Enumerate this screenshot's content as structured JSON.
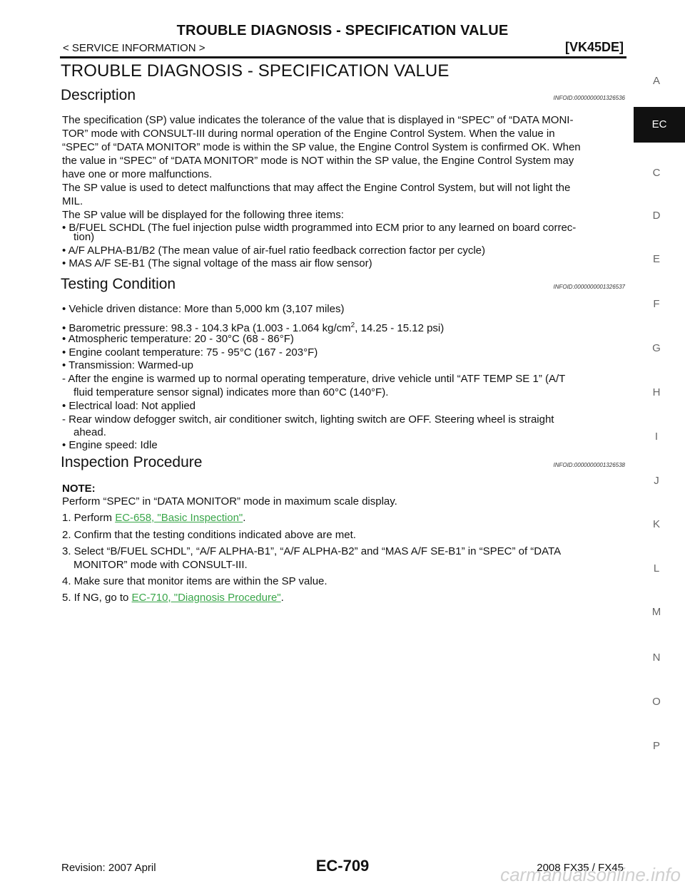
{
  "header": {
    "title": "TROUBLE DIAGNOSIS - SPECIFICATION VALUE",
    "section": "< SERVICE INFORMATION >",
    "model": "[VK45DE]"
  },
  "side_index": [
    "A",
    "EC",
    "C",
    "D",
    "E",
    "F",
    "G",
    "H",
    "I",
    "J",
    "K",
    "L",
    "M",
    "N",
    "O",
    "P"
  ],
  "page_heading": "TROUBLE DIAGNOSIS - SPECIFICATION VALUE",
  "description": {
    "heading": "Description",
    "infoid": "INFOID:0000000001326536",
    "p1": [
      "The specification (SP) value indicates the tolerance of the value that is displayed in “SPEC” of “DATA MONI-",
      "TOR” mode with CONSULT-III during normal operation of the Engine Control System. When the value in",
      "“SPEC” of “DATA MONITOR” mode is within the SP value, the Engine Control System is confirmed OK. When",
      "the value in “SPEC” of “DATA MONITOR” mode is NOT within the SP value, the Engine Control System may",
      "have one or more malfunctions."
    ],
    "p2": [
      "The SP value is used to detect malfunctions that may affect the Engine Control System, but will not light the",
      "MIL."
    ],
    "p3": "The SP value will be displayed for the following three items:",
    "bullets": [
      {
        "line1": "• B/FUEL SCHDL (The fuel injection pulse width programmed into ECM prior to any learned on board correc-",
        "line2": "tion)"
      },
      {
        "line1": "• A/F ALPHA-B1/B2 (The mean value of air-fuel ratio feedback correction factor per cycle)"
      },
      {
        "line1": "• MAS A/F SE-B1 (The signal voltage of the mass air flow sensor)"
      }
    ]
  },
  "testing": {
    "heading": "Testing Condition",
    "infoid": "INFOID:0000000001326537",
    "items": [
      "• Vehicle driven distance: More than 5,000 km (3,107 miles)",
      "• Barometric pressure: 98.3 - 104.3 kPa (1.003 - 1.064 kg/cm",
      "• Atmospheric temperature: 20 - 30°C (68 - 86°F)",
      "• Engine coolant temperature: 75 - 95°C (167 - 203°F)",
      "• Transmission: Warmed-up"
    ],
    "baro_sup": "2",
    "baro_tail": ", 14.25 - 15.12 psi)",
    "sub1": [
      "- After the engine is warmed up to normal operating temperature, drive vehicle until “ATF TEMP SE 1” (A/T",
      "fluid temperature sensor signal) indicates more than 60°C (140°F)."
    ],
    "item6": "• Electrical load: Not applied",
    "sub2": [
      "- Rear window defogger switch, air conditioner switch, lighting switch are OFF. Steering wheel is straight",
      "ahead."
    ],
    "item7": "• Engine speed: Idle"
  },
  "inspection": {
    "heading": "Inspection Procedure",
    "infoid": "INFOID:0000000001326538",
    "note_label": "NOTE:",
    "note_text": "Perform “SPEC” in “DATA MONITOR” mode in maximum scale display.",
    "step1_prefix": "1. Perform ",
    "step1_link": "EC-658, \"Basic Inspection\"",
    "step1_suffix": ".",
    "step2": "2. Confirm that the testing conditions indicated above are met.",
    "step3": [
      "3. Select “B/FUEL SCHDL”, “A/F ALPHA-B1”, “A/F ALPHA-B2” and “MAS A/F SE-B1” in “SPEC” of “DATA",
      "MONITOR” mode with CONSULT-III."
    ],
    "step4": "4. Make sure that monitor items are within the SP value.",
    "step5_prefix": "5. If NG, go to ",
    "step5_link": "EC-710, \"Diagnosis Procedure\"",
    "step5_suffix": "."
  },
  "footer": {
    "revision": "Revision: 2007 April",
    "page": "EC-709",
    "model": "2008 FX35 / FX45",
    "watermark": "carmanualsonline.info"
  }
}
